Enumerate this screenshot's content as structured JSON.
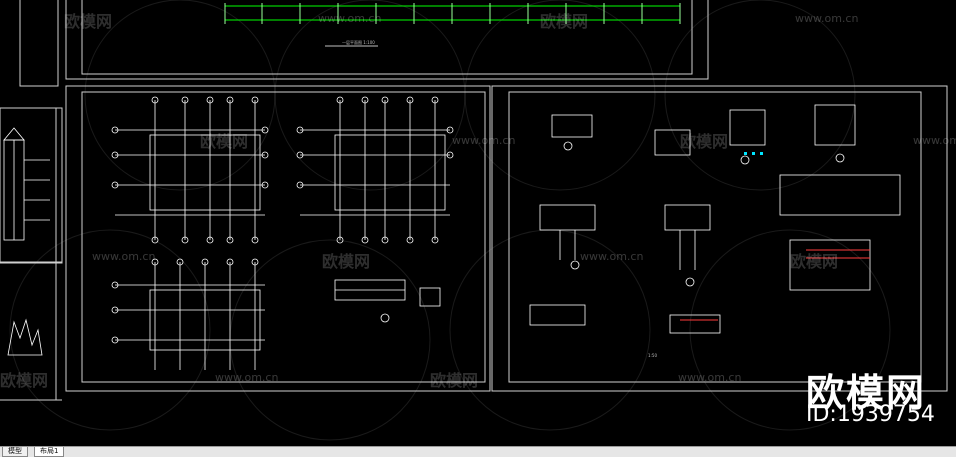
{
  "watermark": {
    "brand": "欧模网",
    "url": "www.om.cn",
    "id": "ID:1939754"
  },
  "drawing": {
    "plan_title": "一层平面图 1:100",
    "small_title": "1:50"
  },
  "tabs": [
    {
      "label": "模型",
      "active": false
    },
    {
      "label": "布局1",
      "active": true
    }
  ],
  "colors": {
    "background": "#000000",
    "linework": "#ffffff",
    "dimension": "#00ff00",
    "hatch": "#ff3b3b",
    "cyan": "#00e5ff"
  }
}
